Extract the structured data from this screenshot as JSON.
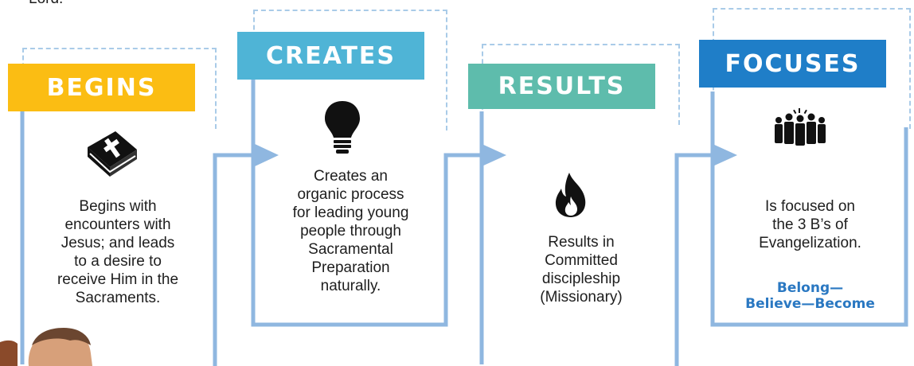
{
  "intro_fragment": "Lord.",
  "steps": [
    {
      "label": "BEGINS",
      "color": "#fbbd13",
      "icon": "bible-cross-icon",
      "description": "Begins with\nencounters with\nJesus; and leads\nto a desire to\nreceive Him in the\nSacraments."
    },
    {
      "label": "CREATES",
      "color": "#4fb4d6",
      "icon": "lightbulb-icon",
      "description": "Creates an\norganic process\nfor leading young\npeople through\nSacramental\nPreparation\nnaturally."
    },
    {
      "label": "RESULTS",
      "color": "#5ebcac",
      "icon": "flame-icon",
      "description": "Results in\nCommitted\ndiscipleship\n(Missionary)"
    },
    {
      "label": "FOCUSES",
      "color": "#1f7ec8",
      "icon": "crowd-icon",
      "description": "Is focused on\nthe 3 B’s of\nEvangelization.",
      "tagline": "Belong—\nBelieve—Become"
    }
  ],
  "colors": {
    "frame": "#8fb7e0",
    "dashed": "#a9cbe8",
    "tagline": "#2a78c2"
  }
}
